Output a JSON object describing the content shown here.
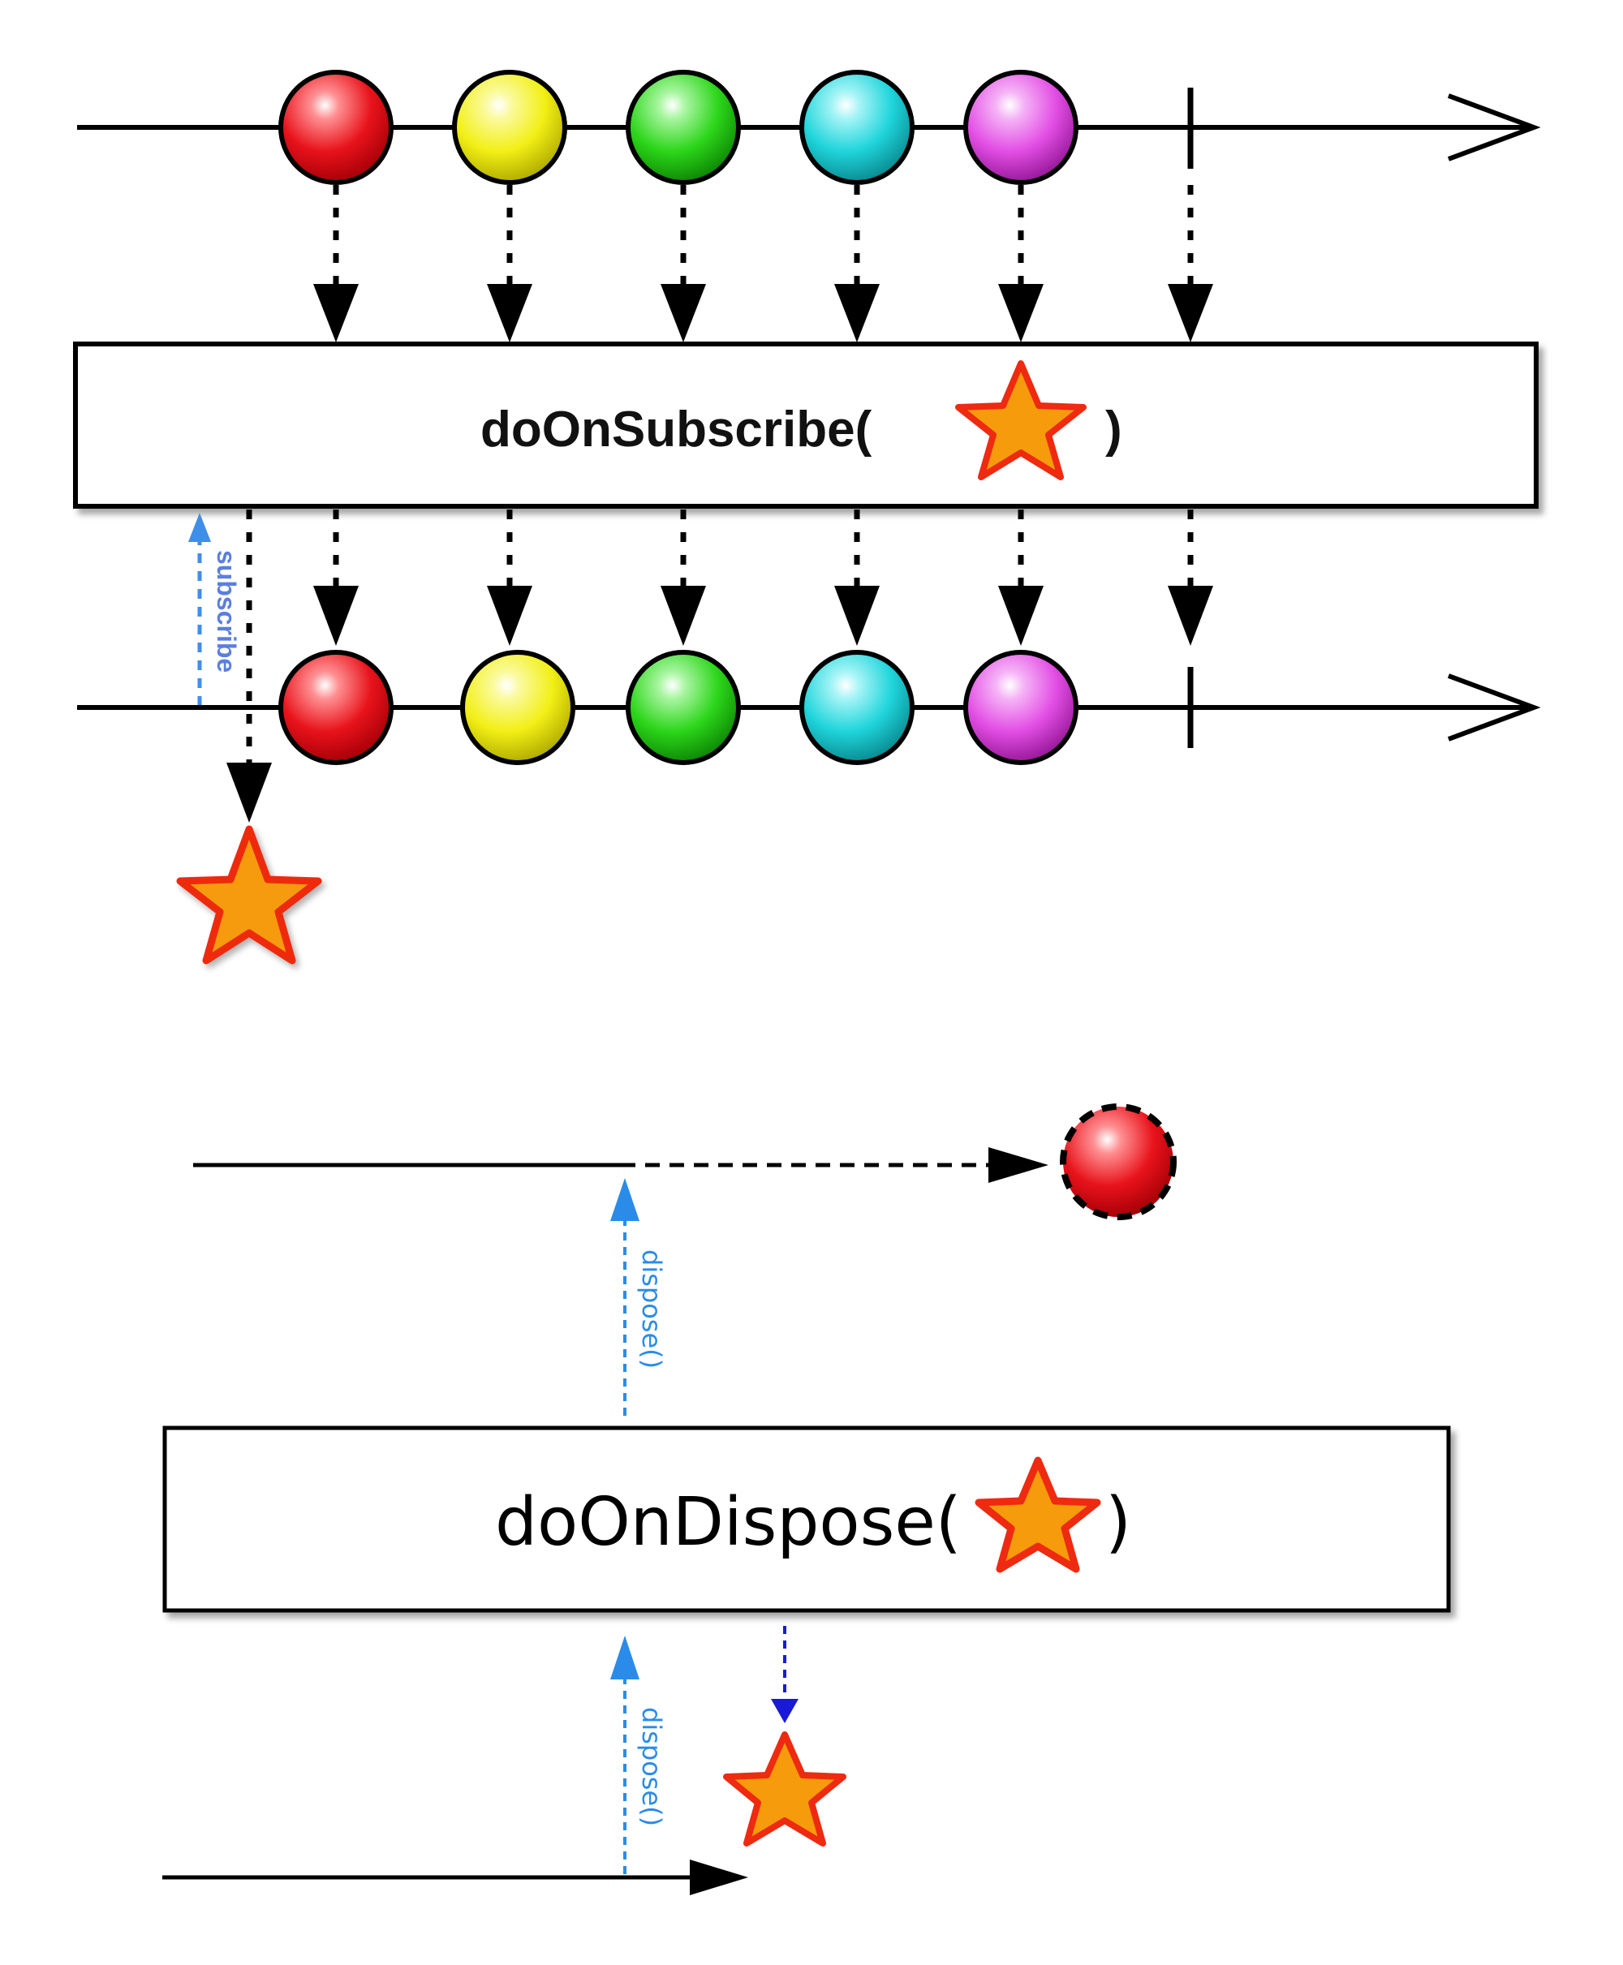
{
  "top_diagram": {
    "operator_label_prefix": "doOnSubscribe(",
    "operator_label_suffix": ")",
    "call_label": "subscribe",
    "marbles": [
      {
        "name": "red",
        "color": "#e8131b"
      },
      {
        "name": "yellow",
        "color": "#f2ef16"
      },
      {
        "name": "green",
        "color": "#2cd61a"
      },
      {
        "name": "cyan",
        "color": "#1fd5db"
      },
      {
        "name": "magenta",
        "color": "#e24ee4"
      }
    ],
    "star_icon": "star-icon"
  },
  "bottom_diagram": {
    "operator_label_prefix": "doOnDispose(",
    "operator_label_suffix": ")",
    "call_label_upper": "dispose()",
    "call_label_lower": "dispose()",
    "dropped_marble": {
      "name": "red",
      "color": "#e8131b"
    },
    "star_icon": "star-icon"
  },
  "colors": {
    "line": "#000000",
    "subscribe_arrow": "#3f8ee8",
    "dispose_arrow": "#2a8ce8",
    "effect_arrow": "#1a1ad6",
    "star_fill": "#f59b0c",
    "star_stroke": "#ee2a10"
  }
}
